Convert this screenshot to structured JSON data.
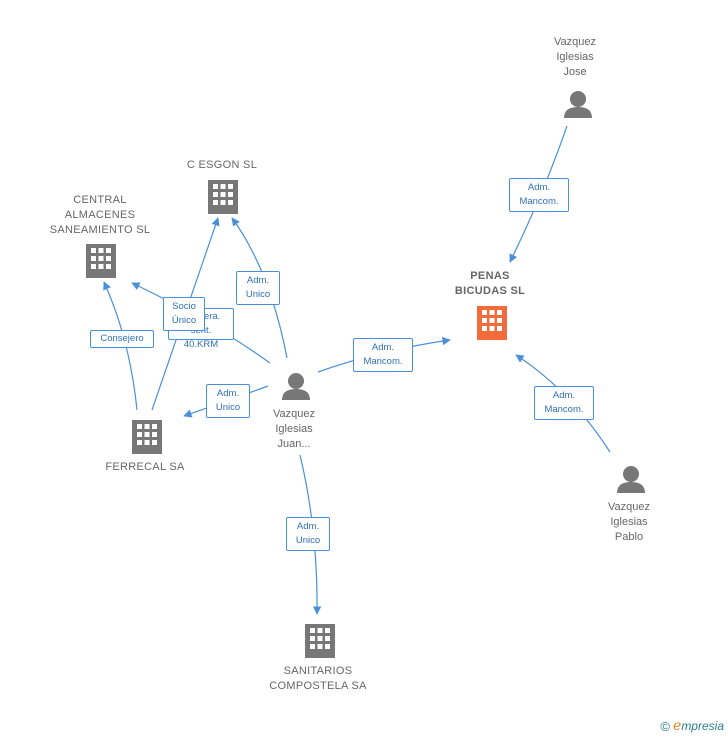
{
  "colors": {
    "edge": "#4a90d9",
    "node_gray": "#777777",
    "focus_company": "#f26b3a",
    "label_text": "#666666"
  },
  "nodes": {
    "penas": {
      "label": "PENAS\nBICUDAS  SL",
      "type": "company",
      "focus": true
    },
    "cesgon": {
      "label": "C ESGON SL",
      "type": "company"
    },
    "central": {
      "label": "CENTRAL\nALMACENES\nSANEAMIENTO SL",
      "type": "company"
    },
    "ferrecal": {
      "label": "FERRECAL SA",
      "type": "company"
    },
    "sanitarios": {
      "label": "SANITARIOS\nCOMPOSTELA SA",
      "type": "company"
    },
    "jose": {
      "label": "Vazquez\nIglesias\nJose",
      "type": "person"
    },
    "juan": {
      "label": "Vazquez\nIglesias\nJuan...",
      "type": "person"
    },
    "pablo": {
      "label": "Vazquez\nIglesias\nPablo",
      "type": "person"
    }
  },
  "edges": {
    "jose_penas": "Adm.\nMancom.",
    "pablo_penas": "Adm.\nMancom.",
    "juan_penas": "Adm.\nMancom.",
    "juan_cesgon": "Adm.\nUnico",
    "juan_ferrecal": "Adm.\nUnico",
    "juan_sanitarios": "Adm.\nUnico",
    "juan_central_hidden": "Apodera. sent.\n40.KRM",
    "ferrecal_cesgon": "Socio\nÚnico",
    "ferrecal_central": "Consejero"
  },
  "icons": {
    "company": "building-icon",
    "person": "person-icon"
  },
  "footer": {
    "copyright_symbol": "©",
    "brand_first": "e",
    "brand_rest": "mpresia"
  }
}
